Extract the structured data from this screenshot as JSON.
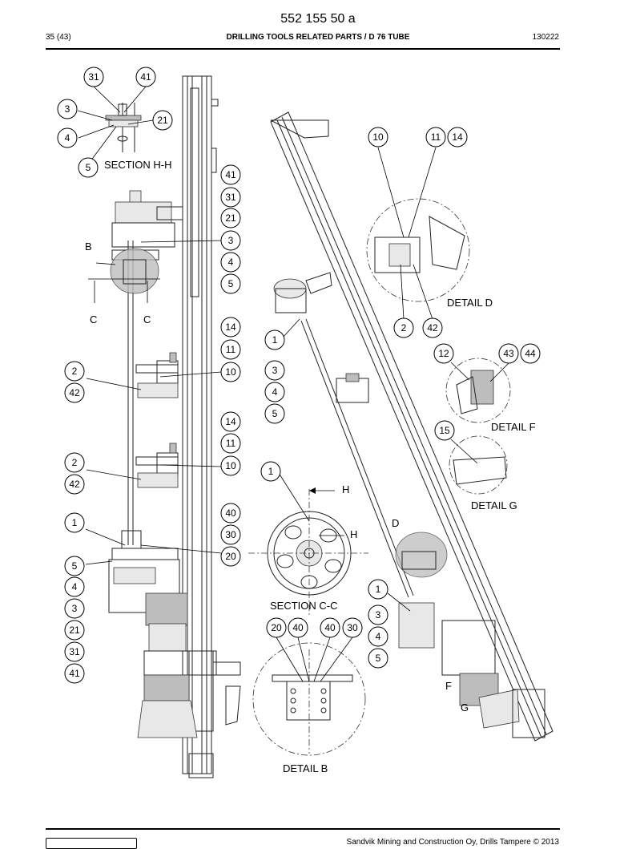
{
  "header": {
    "doc_number": "552 155 50 a",
    "page": "35 (43)",
    "title": "DRILLING TOOLS RELATED PARTS / D 76 TUBE",
    "date": "130222"
  },
  "footer": {
    "copyright": "Sandvik Mining and Construction Oy, Drills Tampere © 2013"
  },
  "views": {
    "section_hh": "SECTION H-H",
    "section_cc": "SECTION C-C",
    "detail_b": "DETAIL B",
    "detail_d": "DETAIL D",
    "detail_f": "DETAIL F",
    "detail_g": "DETAIL G"
  },
  "letters": {
    "b": "B",
    "c": "C",
    "h": "H",
    "d": "D",
    "f": "F",
    "g": "G"
  },
  "callouts": {
    "n1": "1",
    "n2": "2",
    "n3": "3",
    "n4": "4",
    "n5": "5",
    "n10": "10",
    "n11": "11",
    "n12": "12",
    "n14": "14",
    "n15": "15",
    "n20": "20",
    "n21": "21",
    "n30": "30",
    "n31": "31",
    "n40": "40",
    "n41": "41",
    "n42": "42",
    "n43": "43",
    "n44": "44"
  }
}
